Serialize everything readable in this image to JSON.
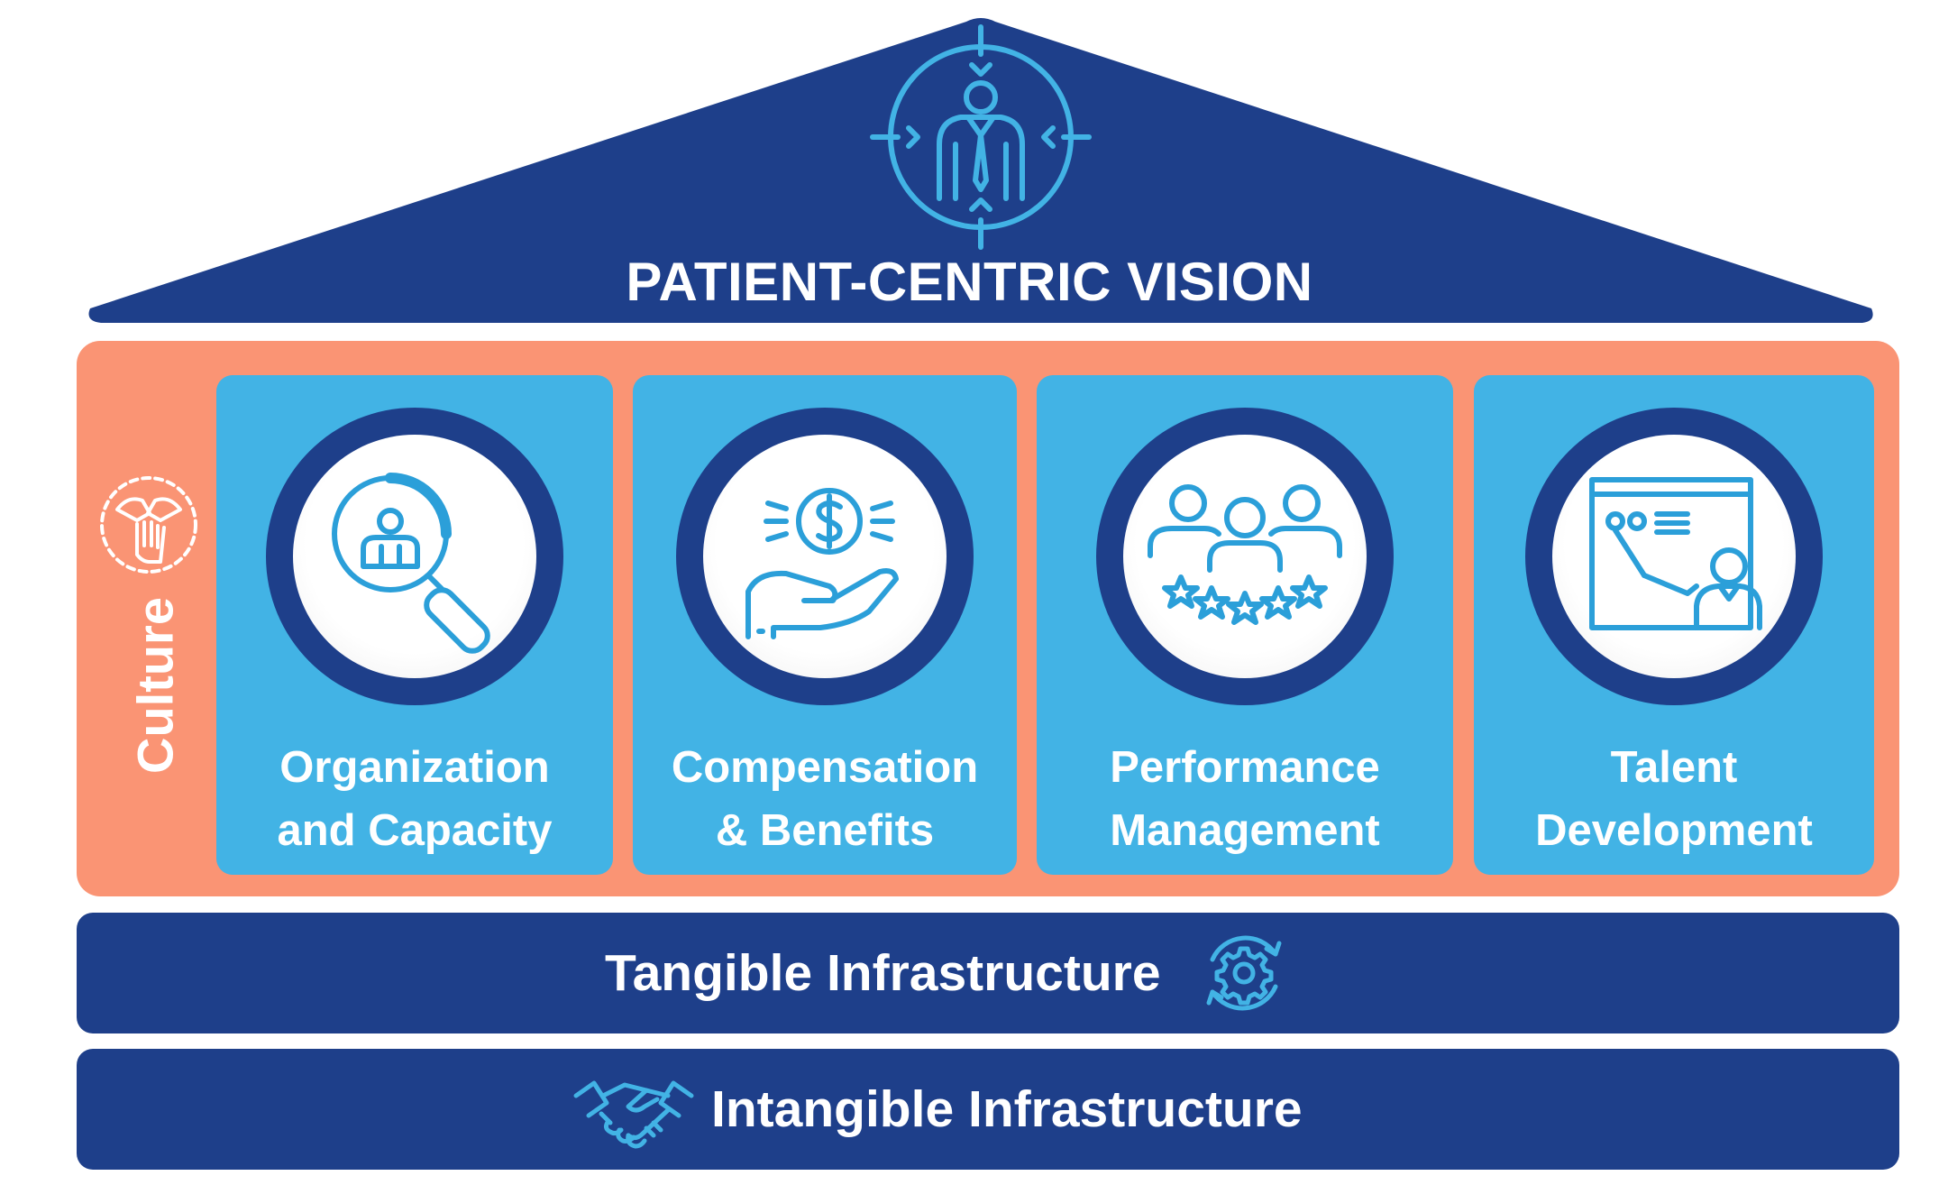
{
  "roof": {
    "title": "PATIENT-CENTRIC VISION",
    "icon": "person-target-icon",
    "color": "#1e3f8a"
  },
  "culture": {
    "label": "Culture",
    "icon": "hands-together-icon",
    "color": "#fa9474"
  },
  "pillars": [
    {
      "label_line1": "Organization",
      "label_line2": "and Capacity",
      "icon": "magnifier-person-icon"
    },
    {
      "label_line1": "Compensation",
      "label_line2": "& Benefits",
      "icon": "hand-coin-icon"
    },
    {
      "label_line1": "Performance",
      "label_line2": "Management",
      "icon": "people-stars-icon"
    },
    {
      "label_line1": "Talent",
      "label_line2": "Development",
      "icon": "presentation-board-icon"
    }
  ],
  "bands": {
    "tangible": {
      "label": "Tangible Infrastructure",
      "icon": "gear-cycle-icon"
    },
    "intangible": {
      "label": "Intangible Infrastructure",
      "icon": "handshake-icon"
    }
  },
  "colors": {
    "navy": "#1e3f8a",
    "sky": "#42b3e5",
    "coral": "#fa9474",
    "icon_blue": "#2b9fd9"
  }
}
